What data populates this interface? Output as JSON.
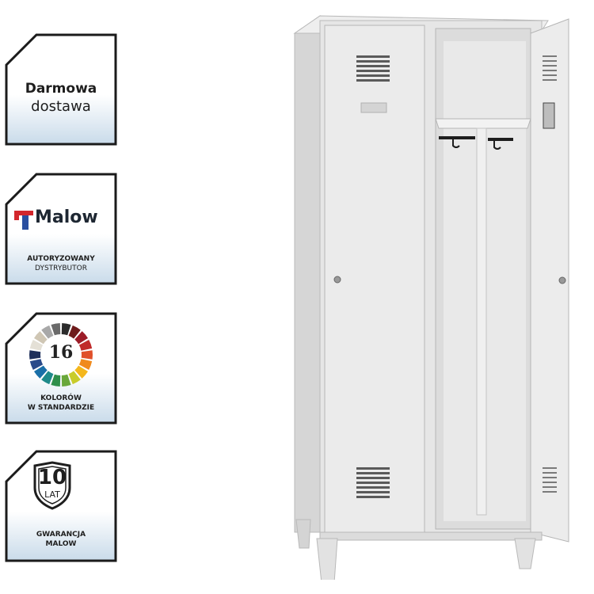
{
  "badges": {
    "delivery": {
      "line1": "Darmowa",
      "line2": "dostawa"
    },
    "distributor": {
      "brand": "Malow",
      "line1": "AUTORYZOWANY",
      "line2": "DYSTRYBUTOR"
    },
    "colors": {
      "count": "16",
      "line1": "KOLORÓW",
      "line2": "W STANDARDZIE"
    },
    "warranty": {
      "years": "10",
      "unit": "LAT",
      "line1": "GWARANCJA",
      "line2": "MALOW"
    }
  },
  "colors": {
    "frame": "#1b1b1b",
    "badge_fill": "#ffffff",
    "badge_gradient": "#c9dbea",
    "locker_body": "#e6e6e6",
    "locker_edge": "#b9b9b9",
    "malow_blue": "#2a4fa0",
    "malow_red": "#d3262c"
  },
  "wheel_colors": [
    "#2b2b2b",
    "#6e1b1b",
    "#9c1c28",
    "#c02a2a",
    "#e0502a",
    "#f08a1c",
    "#f4b71c",
    "#c9cc2a",
    "#6aa83a",
    "#2f8f4a",
    "#1f8a8a",
    "#1a6fa8",
    "#2a4a8a",
    "#1e2f5a",
    "#e4e0d6",
    "#cfc6b4",
    "#a8a8a8",
    "#6a6a6a"
  ],
  "icons": {
    "delivery": "badge-frame-icon",
    "malow": "malow-logo-icon",
    "wheel": "color-wheel-icon",
    "shield": "shield-icon"
  }
}
